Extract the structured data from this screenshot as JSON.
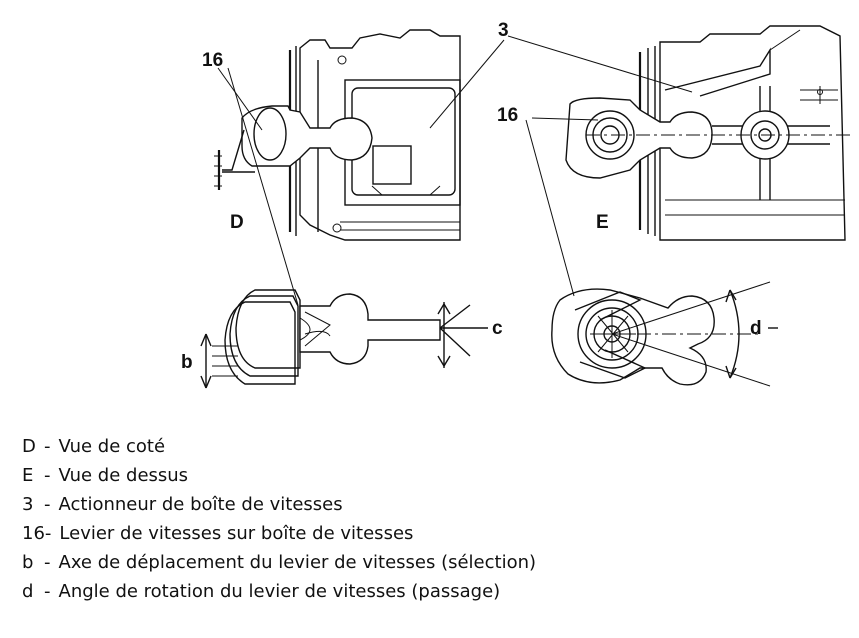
{
  "figure": {
    "labels": {
      "view_side": "D",
      "view_top": "E",
      "actuator_left": "16",
      "actuator_right": "16",
      "gearbox_actuator": "3",
      "axis_b": "b",
      "axis_c": "c",
      "angle_d": "d"
    }
  },
  "legend": [
    {
      "key": "D",
      "text": "Vue de coté"
    },
    {
      "key": "E",
      "text": "Vue de dessus"
    },
    {
      "key": "3",
      "text": "Actionneur de boîte de vitesses"
    },
    {
      "key": "16",
      "text": "Levier de vitesses sur boîte de vitesses"
    },
    {
      "key": "b",
      "text": "Axe de déplacement du levier de vitesses (sélection)"
    },
    {
      "key": "d",
      "text": "Angle de rotation du levier de vitesses (passage)"
    }
  ]
}
